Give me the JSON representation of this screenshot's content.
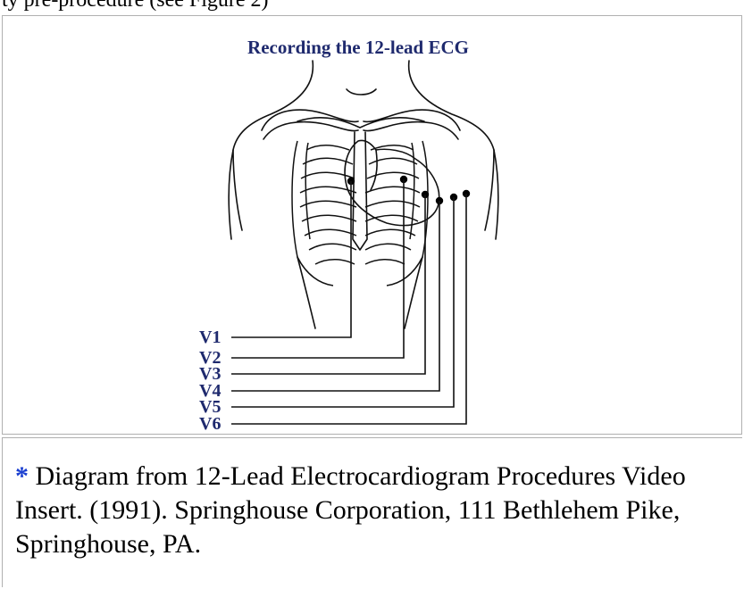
{
  "header": {
    "snippet": "ty pre-procedure (see Figure 2)"
  },
  "diagram": {
    "title": "Recording the 12-lead ECG",
    "leads": [
      "V1",
      "V2",
      "V3",
      "V4",
      "V5",
      "V6"
    ]
  },
  "caption": {
    "asterisk": "*",
    "text": " Diagram from 12-Lead Electrocardiogram Procedures Video Insert. (1991). Springhouse Corporation, 111 Bethlehem Pike, Springhouse, PA."
  },
  "colors": {
    "title": "#1f2a6e",
    "asterisk": "#1a3fd0",
    "border": "#b0b0b0"
  }
}
